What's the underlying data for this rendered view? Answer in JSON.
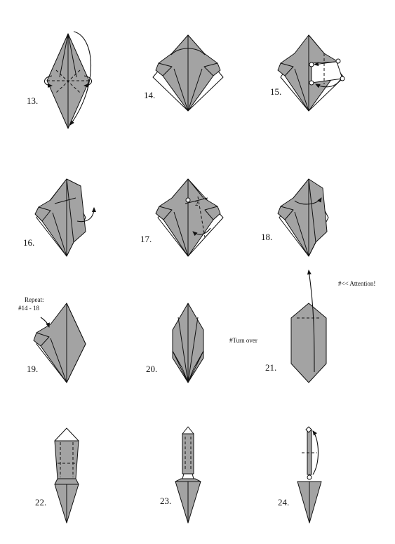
{
  "steps": [
    {
      "number": "13."
    },
    {
      "number": "14."
    },
    {
      "number": "15."
    },
    {
      "number": "16."
    },
    {
      "number": "17."
    },
    {
      "number": "18."
    },
    {
      "number": "19."
    },
    {
      "number": "20."
    },
    {
      "number": "21."
    },
    {
      "number": "22."
    },
    {
      "number": "23."
    },
    {
      "number": "24."
    }
  ],
  "notes": {
    "repeat_line1": "Repeat:",
    "repeat_line2": "#14 - 18",
    "turn_over": "#Turn over",
    "attention": "#<< Attention!"
  },
  "colors": {
    "paper_colored": "#a3a3a3",
    "paper_white": "#ffffff",
    "lines": "#111111"
  }
}
